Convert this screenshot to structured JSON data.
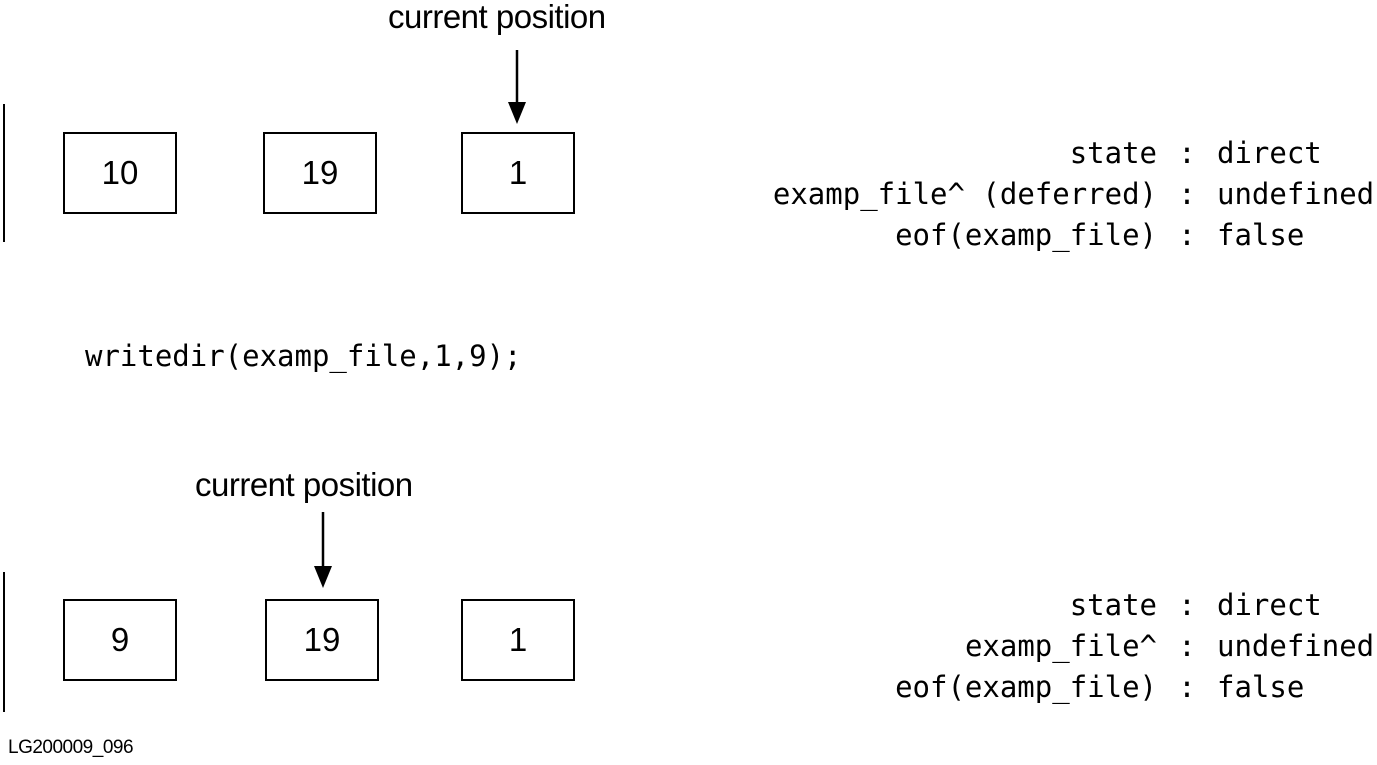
{
  "panel_before": {
    "position_label": "current position",
    "cells": [
      "10",
      "19",
      "1"
    ],
    "status": [
      {
        "key": "state",
        "sep": ":",
        "value": "direct"
      },
      {
        "key": "examp_file^ (deferred)",
        "sep": ":",
        "value": "undefined"
      },
      {
        "key": "eof(examp_file)",
        "sep": ":",
        "value": "false"
      }
    ]
  },
  "statement": "writedir(examp_file,1,9);",
  "panel_after": {
    "position_label": "current position",
    "cells": [
      "9",
      "19",
      "1"
    ],
    "status": [
      {
        "key": "state",
        "sep": ":",
        "value": "direct"
      },
      {
        "key": "examp_file^",
        "sep": ":",
        "value": "undefined"
      },
      {
        "key": "eof(examp_file)",
        "sep": ":",
        "value": "false"
      }
    ]
  },
  "figure_id": "LG200009_096"
}
